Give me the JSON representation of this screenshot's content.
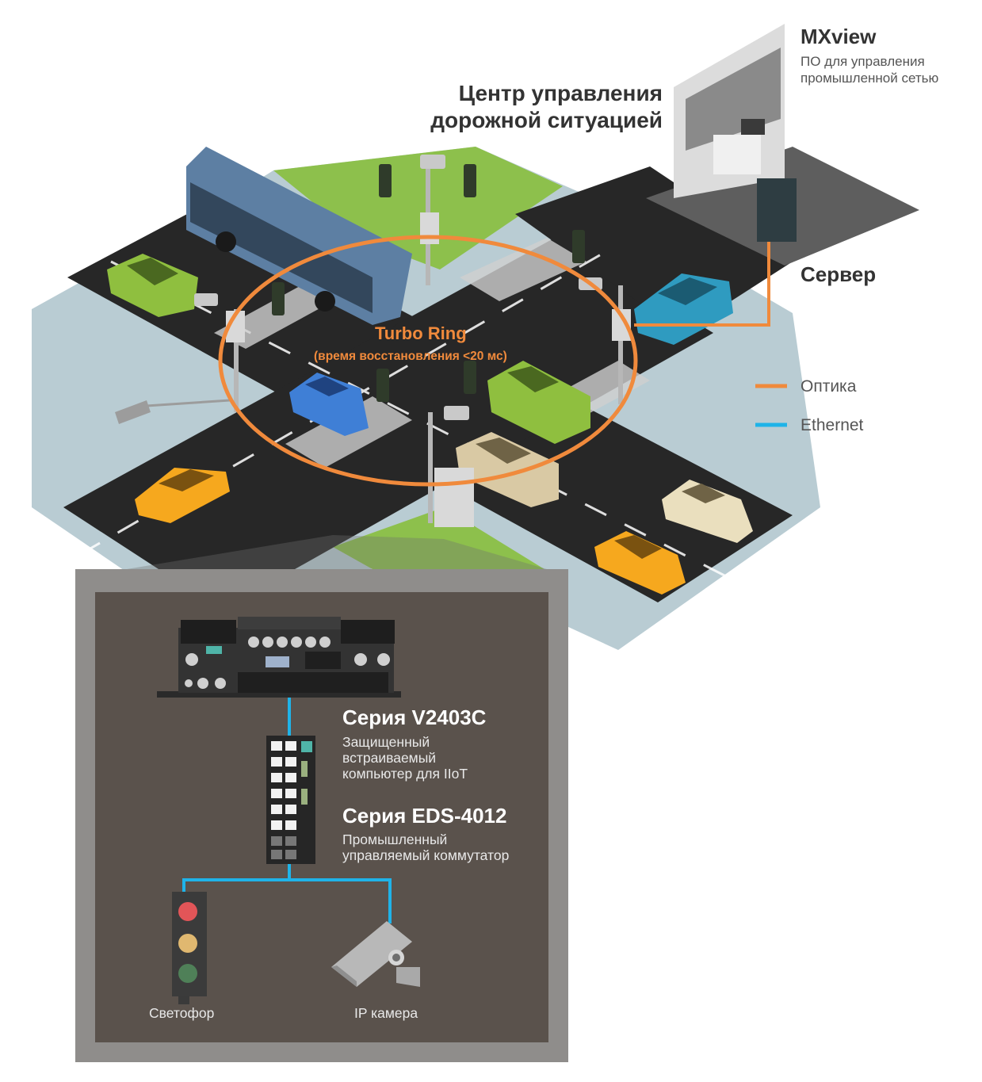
{
  "labels": {
    "mxview_title": "MXview",
    "mxview_desc_line1": "ПО для управления",
    "mxview_desc_line2": "промышленной сетью",
    "center_line1": "Центр управления",
    "center_line2": "дорожной ситуацией",
    "server": "Сервер",
    "ring_title": "Turbo Ring",
    "ring_sub": "(время восстановления <20 мс)",
    "v2403c_title": "Серия V2403C",
    "v2403c_line1": "Защищенный",
    "v2403c_line2": "встраиваемый",
    "v2403c_line3": "компьютер для IIoT",
    "eds_title": "Серия EDS-4012",
    "eds_line1": "Промышленный",
    "eds_line2": "управляемый коммутатор",
    "traffic_light": "Светофор",
    "ip_camera": "IP камера"
  },
  "legend": {
    "items": [
      {
        "label": "Оптика",
        "color": "#f08a3c"
      },
      {
        "label": "Ethernet",
        "color": "#1fb3e8"
      }
    ]
  },
  "colors": {
    "optic": "#f08a3c",
    "ethernet": "#1fb3e8",
    "cabinet_outer": "#8f8d8b",
    "cabinet_inner": "#5a524c",
    "road": "#262626",
    "grass": "#8dc04c",
    "sidewalk": "#aac0c8"
  },
  "icons": [
    "traffic-light-icon",
    "ip-camera-icon",
    "bus-icon",
    "car-icon",
    "server-rack-icon",
    "computer-icon",
    "switch-icon"
  ]
}
